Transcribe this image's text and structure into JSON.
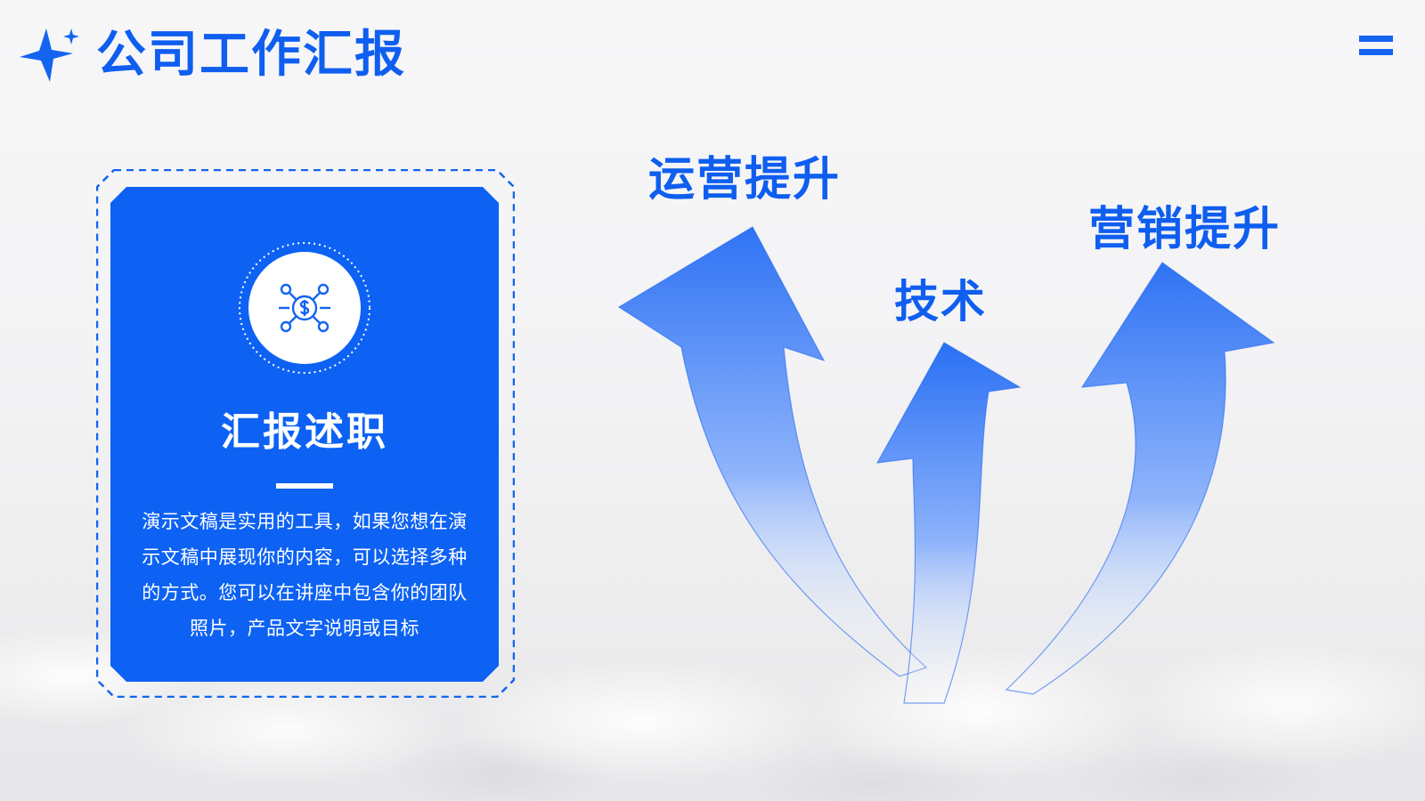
{
  "header": {
    "title": "公司工作汇报"
  },
  "card": {
    "icon": "money-network-icon",
    "title": "汇报述职",
    "body": "演示文稿是实用的工具，如果您想在演示文稿中展现你的内容，可以选择多种的方式。您可以在讲座中包含你的团队照片，产品文字说明或目标"
  },
  "arrows": {
    "labels": [
      "运营提升",
      "技术",
      "营销提升"
    ]
  },
  "colors": {
    "accent": "#0f5ef0",
    "card_bg": "#0d62f3",
    "arrow_light": "#cfe0ff",
    "background": "#f3f3f5"
  }
}
